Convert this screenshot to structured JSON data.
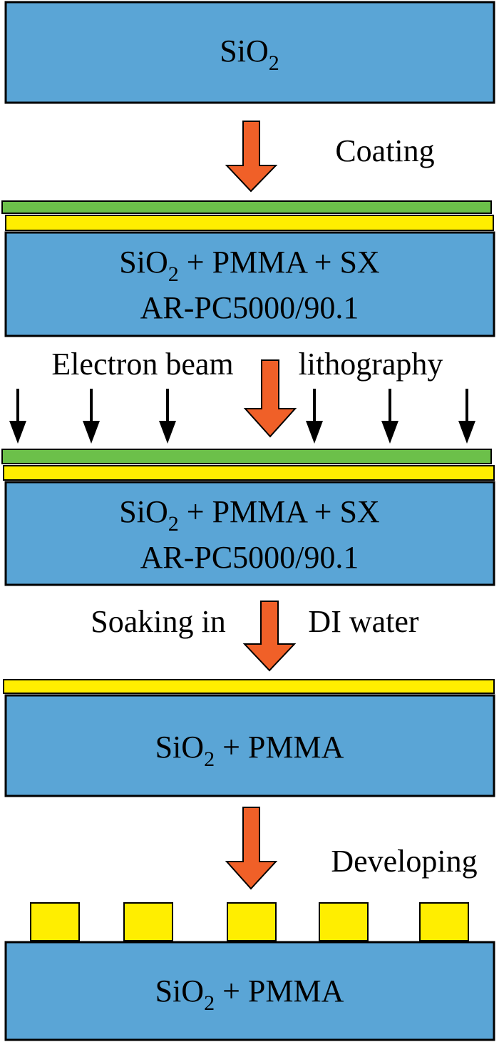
{
  "colors": {
    "substrate": "#5aa5d6",
    "pmma_layer": "#ffee00",
    "sx_layer": "#6cc04a",
    "process_arrow": "#f06028",
    "beam_arrow": "#000000"
  },
  "stage1": {
    "base": "SiO",
    "sub": "2"
  },
  "step_coating": "Coating",
  "stage2": {
    "line1": {
      "base": "SiO",
      "sub": "2",
      "rest": " + PMMA + SX"
    },
    "line2": "AR-PC5000/90.1"
  },
  "step_ebl": {
    "left": "Electron beam",
    "right": "lithography"
  },
  "stage3": {
    "line1": {
      "base": "SiO",
      "sub": "2",
      "rest": " + PMMA + SX"
    },
    "line2": "AR-PC5000/90.1"
  },
  "step_soak": {
    "left": "Soaking in",
    "right": "DI water"
  },
  "stage4": {
    "base": "SiO",
    "sub": "2",
    "rest": " + PMMA"
  },
  "step_develop": "Developing",
  "stage5": {
    "base": "SiO",
    "sub": "2",
    "rest": " + PMMA"
  }
}
